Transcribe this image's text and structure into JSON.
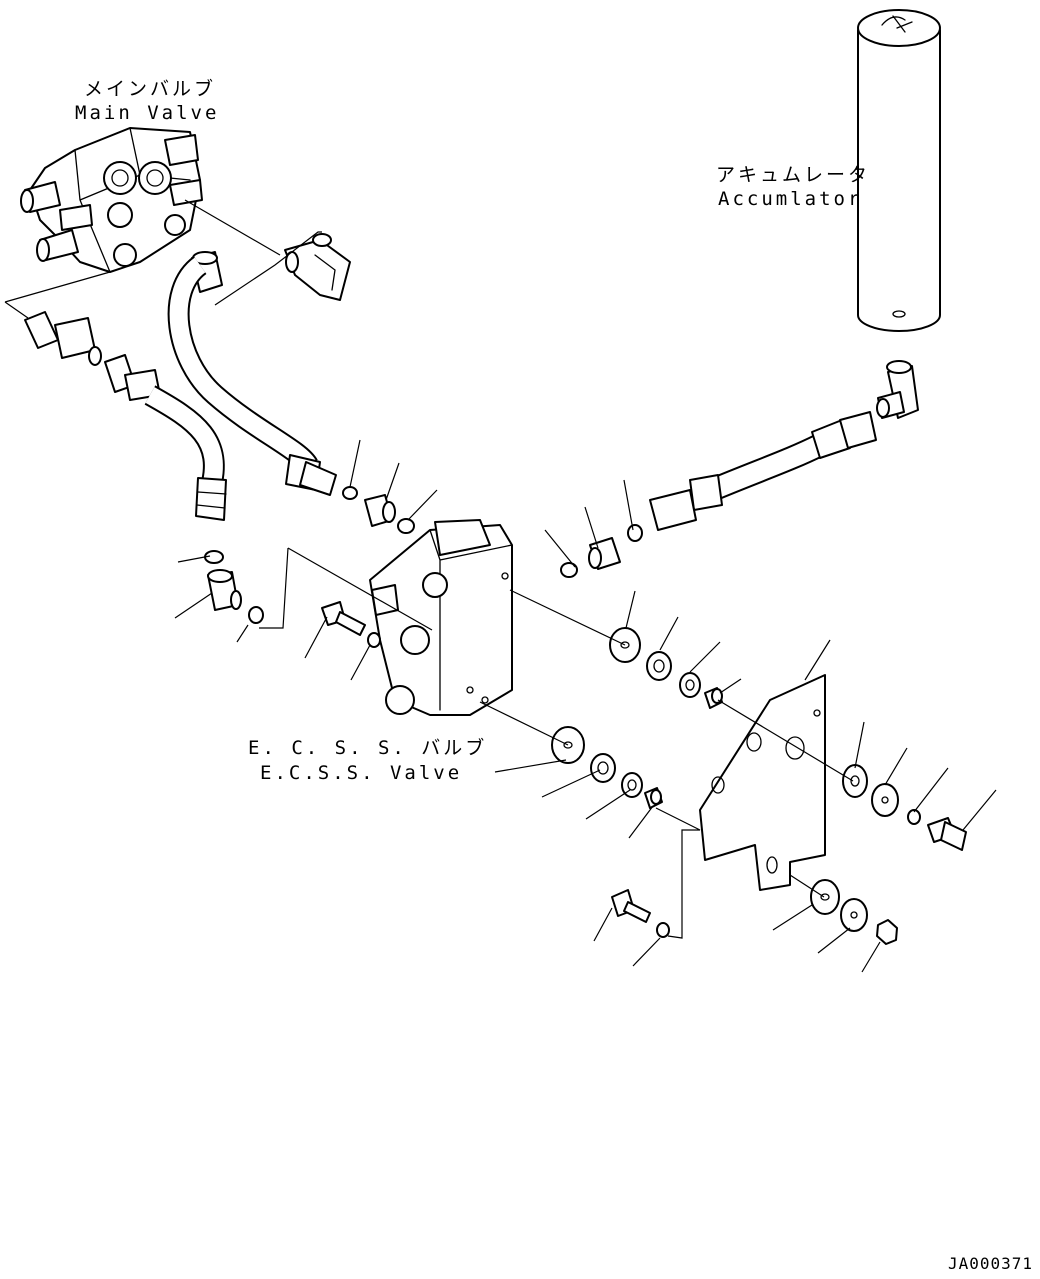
{
  "labels": {
    "main_valve_jp": "メインバルブ",
    "main_valve_en": "Main Valve",
    "accumulator_jp": "アキュムレータ",
    "accumulator_en": "Accumlator",
    "ecss_valve_jp": "E. C. S. S. バルブ",
    "ecss_valve_en": "E.C.S.S. Valve"
  },
  "drawing_code": "JA000371"
}
